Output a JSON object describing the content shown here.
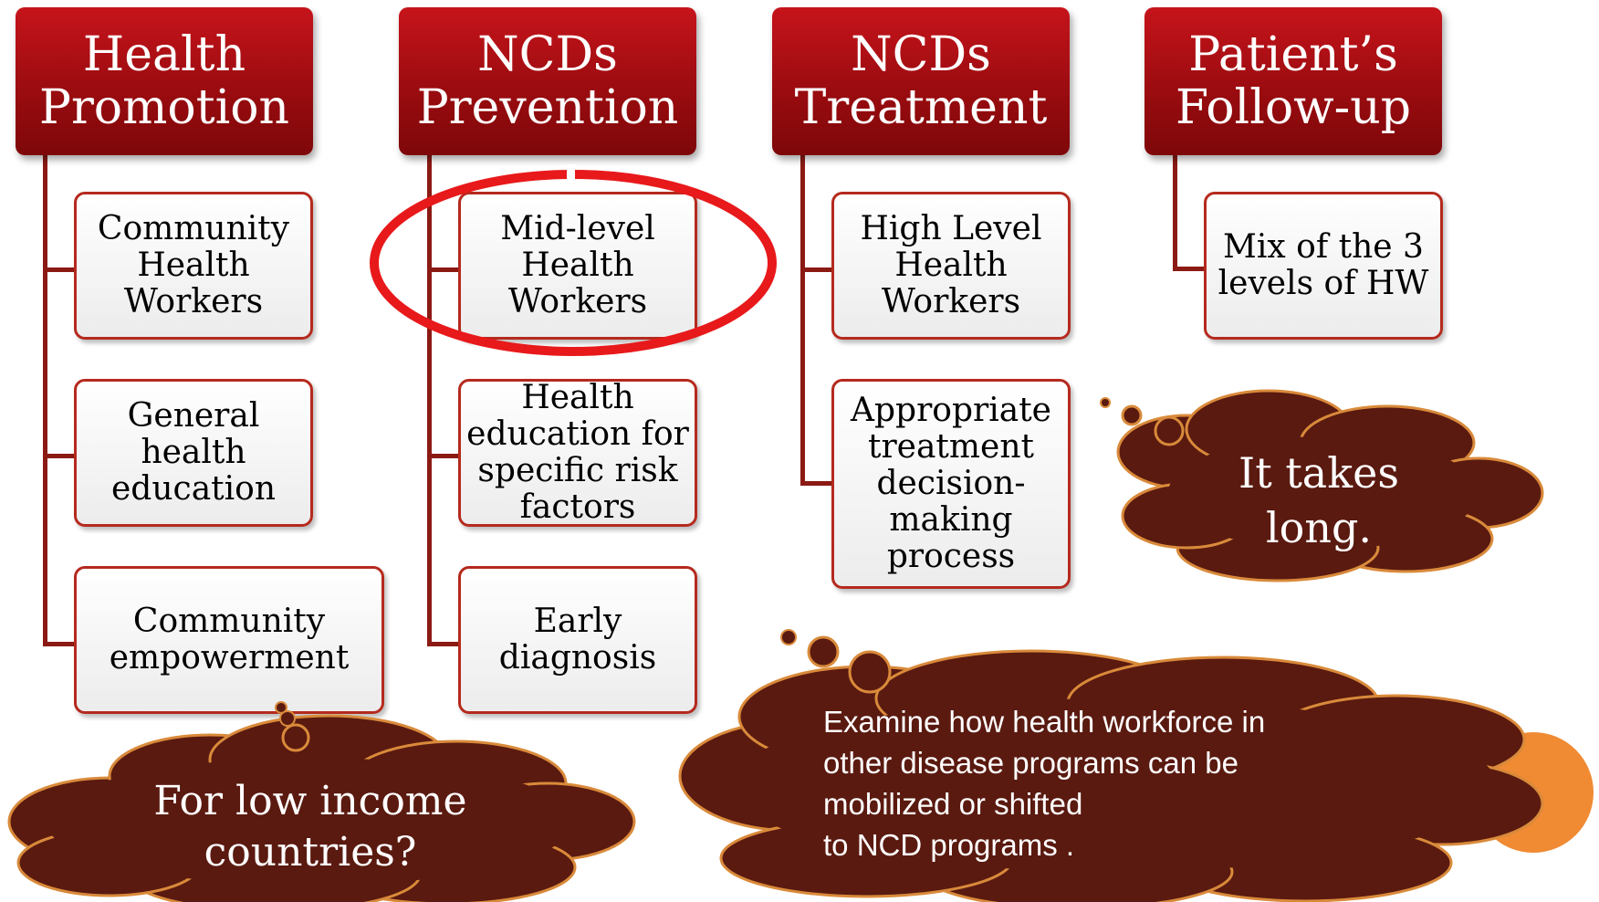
{
  "columns": [
    {
      "header": "Health\nPromotion",
      "items": [
        "Community\nHealth\nWorkers",
        "General\nhealth\neducation",
        "Community\nempowerment"
      ]
    },
    {
      "header": "NCDs\nPrevention",
      "items": [
        "Mid-level\nHealth\nWorkers",
        "Health\neducation for\nspecific risk\nfactors",
        "Early\ndiagnosis"
      ]
    },
    {
      "header": "NCDs\nTreatment",
      "items": [
        "High Level\nHealth\nWorkers",
        "Appropriate\ntreatment\ndecision-\nmaking\nprocess"
      ]
    },
    {
      "header": "Patient’s\nFollow-up",
      "items": [
        "Mix of the 3\nlevels of HW"
      ]
    }
  ],
  "callouts": {
    "low_income": "For low income\ncountries?",
    "takes_long": "It takes\nlong.",
    "examine": "Examine how health workforce in\nother disease programs can be\nmobilized or shifted\n to NCD programs ."
  },
  "colors": {
    "header_red": "#b01116",
    "connector": "#8b1a14",
    "box_border": "#b52a1e",
    "cloud_fill": "#5a1a10",
    "cloud_stroke": "#d98a3a",
    "highlight_ellipse": "#e8191b",
    "accent_orange": "#f08a33"
  }
}
